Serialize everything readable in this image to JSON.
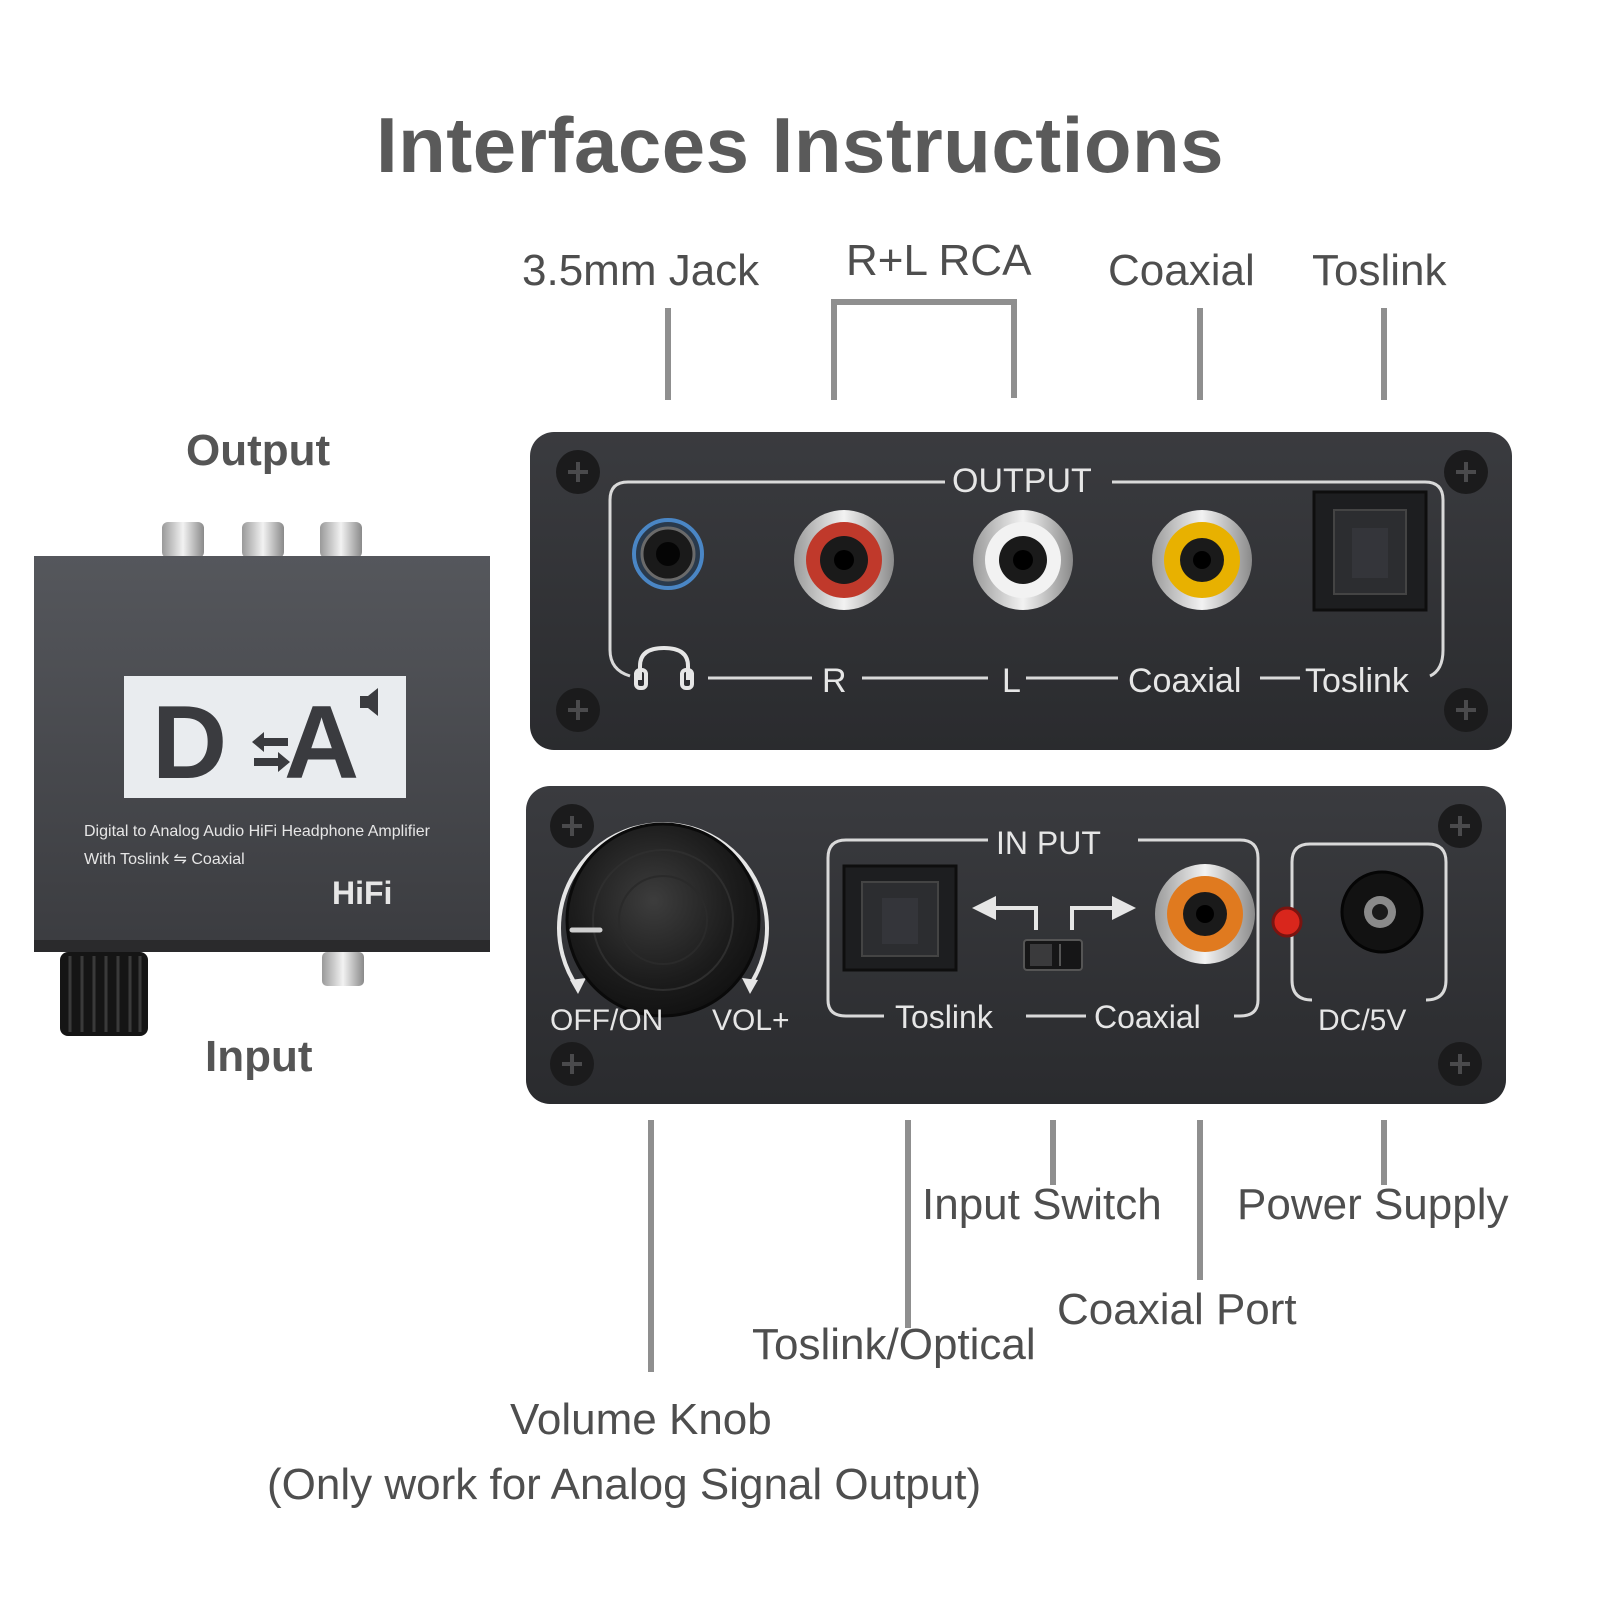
{
  "title": "Interfaces Instructions",
  "side_view": {
    "output_label": "Output",
    "input_label": "Input",
    "logo_text_left": "D",
    "logo_text_right": "A",
    "product_line1": "Digital to Analog Audio HiFi Headphone Amplifier",
    "product_line2": "With Toslink ⇋ Coaxial",
    "hifi": "HiFi"
  },
  "output_panel": {
    "heading": "OUTPUT",
    "label_r": "R",
    "label_l": "L",
    "label_coaxial": "Coaxial",
    "label_toslink": "Toslink"
  },
  "input_panel": {
    "heading": "IN PUT",
    "label_off_on": "OFF/ON",
    "label_vol": "VOL+",
    "label_toslink": "Toslink",
    "label_coaxial": "Coaxial",
    "label_dc": "DC/5V"
  },
  "callouts_top": {
    "jack": "3.5mm Jack",
    "rca": "R+L RCA",
    "coaxial": "Coaxial",
    "toslink": "Toslink"
  },
  "callouts_bottom": {
    "input_switch": "Input Switch",
    "power_supply": "Power Supply",
    "coaxial_port": "Coaxial Port",
    "toslink_optical": "Toslink/Optical",
    "volume_knob": "Volume Knob",
    "volume_note": "(Only work for Analog Signal Output)"
  },
  "colors": {
    "panel": "#2f3033",
    "text_gray": "#555555",
    "rca_red": "#c0392b",
    "rca_yellow": "#e8b100",
    "rca_orange": "#e07a1f",
    "jack_blue": "#4a86c5",
    "led_red": "#d9261c"
  }
}
